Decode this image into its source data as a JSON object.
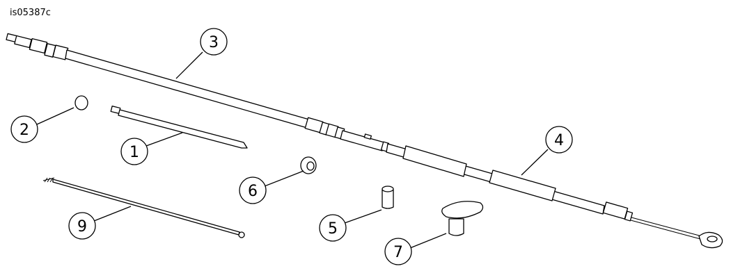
{
  "figure_id": "is05387c",
  "callouts": [
    {
      "id": "c1",
      "label": "1"
    },
    {
      "id": "c2",
      "label": "2"
    },
    {
      "id": "c3",
      "label": "3"
    },
    {
      "id": "c4",
      "label": "4"
    },
    {
      "id": "c5",
      "label": "5"
    },
    {
      "id": "c6",
      "label": "6"
    },
    {
      "id": "c7",
      "label": "7"
    },
    {
      "id": "c9",
      "label": "9"
    }
  ]
}
